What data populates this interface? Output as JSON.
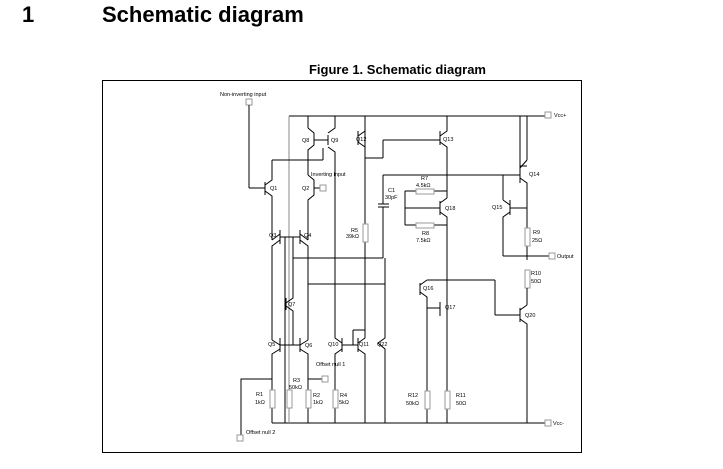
{
  "section": {
    "number": "1",
    "title": "Schematic diagram"
  },
  "figure": {
    "caption": "Figure 1. Schematic diagram"
  },
  "pins": {
    "non_inverting": "Non-inverting input",
    "inverting": "Inverting input",
    "vcc_plus": "Vcc+",
    "vcc_minus": "Vcc-",
    "output": "Output",
    "offset_null_1": "Offset null 1",
    "offset_null_2": "Offset null 2"
  },
  "transistors": {
    "Q1": "Q1",
    "Q2": "Q2",
    "Q3": "Q3",
    "Q4": "Q4",
    "Q5": "Q5",
    "Q6": "Q6",
    "Q7": "Q7",
    "Q8": "Q8",
    "Q9": "Q9",
    "Q10": "Q10",
    "Q11": "Q11",
    "Q12": "Q12",
    "Q13": "Q13",
    "Q14": "Q14",
    "Q15": "Q15",
    "Q16": "Q16",
    "Q17": "Q17",
    "Q18": "Q18",
    "Q20": "Q20",
    "Q22": "Q22"
  },
  "resistors": {
    "R1": {
      "name": "R1",
      "value": "1kΩ"
    },
    "R2": {
      "name": "R2",
      "value": "1kΩ"
    },
    "R3": {
      "name": "R3",
      "value": "50kΩ"
    },
    "R4": {
      "name": "R4",
      "value": "5kΩ"
    },
    "R5": {
      "name": "R5",
      "value": "39kΩ"
    },
    "R7": {
      "name": "R7",
      "value": "4.5kΩ"
    },
    "R8": {
      "name": "R8",
      "value": "7.5kΩ"
    },
    "R9": {
      "name": "R9",
      "value": "25Ω"
    },
    "R10": {
      "name": "R10",
      "value": "50Ω"
    },
    "R11": {
      "name": "R11",
      "value": "50Ω"
    },
    "R12": {
      "name": "R12",
      "value": "50kΩ"
    }
  },
  "capacitors": {
    "C1": {
      "name": "C1",
      "value": "30pF"
    }
  }
}
